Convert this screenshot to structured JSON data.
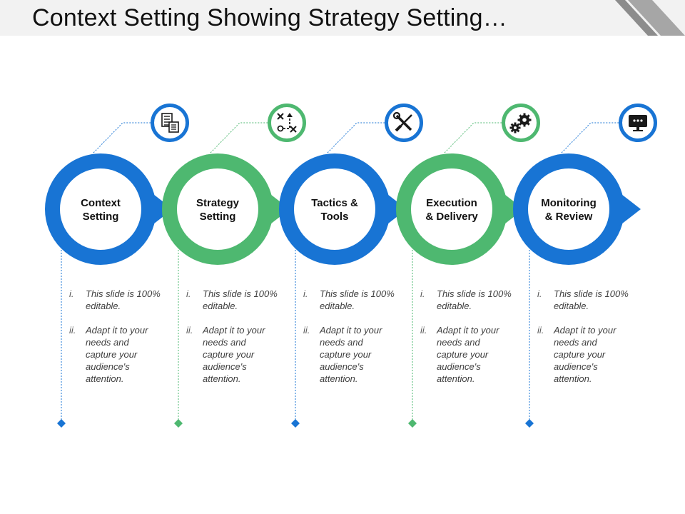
{
  "title": "Context Setting Showing Strategy Setting…",
  "colors": {
    "blue": "#1874d4",
    "green": "#4eb870",
    "text": "#111111",
    "desc": "#404040"
  },
  "steps": [
    {
      "label_line1": "Context",
      "label_line2": "Setting",
      "color": "blue",
      "icon": "document-list-icon",
      "items": [
        {
          "num": "i.",
          "text": "This slide is 100% editable."
        },
        {
          "num": "ii.",
          "text": "Adapt it to your needs and capture your audience's attention."
        }
      ]
    },
    {
      "label_line1": "Strategy",
      "label_line2": "Setting",
      "color": "green",
      "icon": "strategy-play-icon",
      "items": [
        {
          "num": "i.",
          "text": "This slide is 100% editable."
        },
        {
          "num": "ii.",
          "text": "Adapt it to your needs and capture your audience's attention."
        }
      ]
    },
    {
      "label_line1": "Tactics &",
      "label_line2": "Tools",
      "color": "blue",
      "icon": "tools-icon",
      "items": [
        {
          "num": "i.",
          "text": "This slide is 100% editable."
        },
        {
          "num": "ii.",
          "text": "Adapt it to your needs and capture your audience's attention."
        }
      ]
    },
    {
      "label_line1": "Execution",
      "label_line2": "& Delivery",
      "color": "green",
      "icon": "gears-icon",
      "items": [
        {
          "num": "i.",
          "text": "This slide is 100% editable."
        },
        {
          "num": "ii.",
          "text": "Adapt it to your needs and capture your audience's attention."
        }
      ]
    },
    {
      "label_line1": "Monitoring",
      "label_line2": "& Review",
      "color": "blue",
      "icon": "monitor-icon",
      "items": [
        {
          "num": "i.",
          "text": "This slide is 100% editable."
        },
        {
          "num": "ii.",
          "text": "Adapt it to your needs and capture your audience's attention."
        }
      ]
    }
  ]
}
